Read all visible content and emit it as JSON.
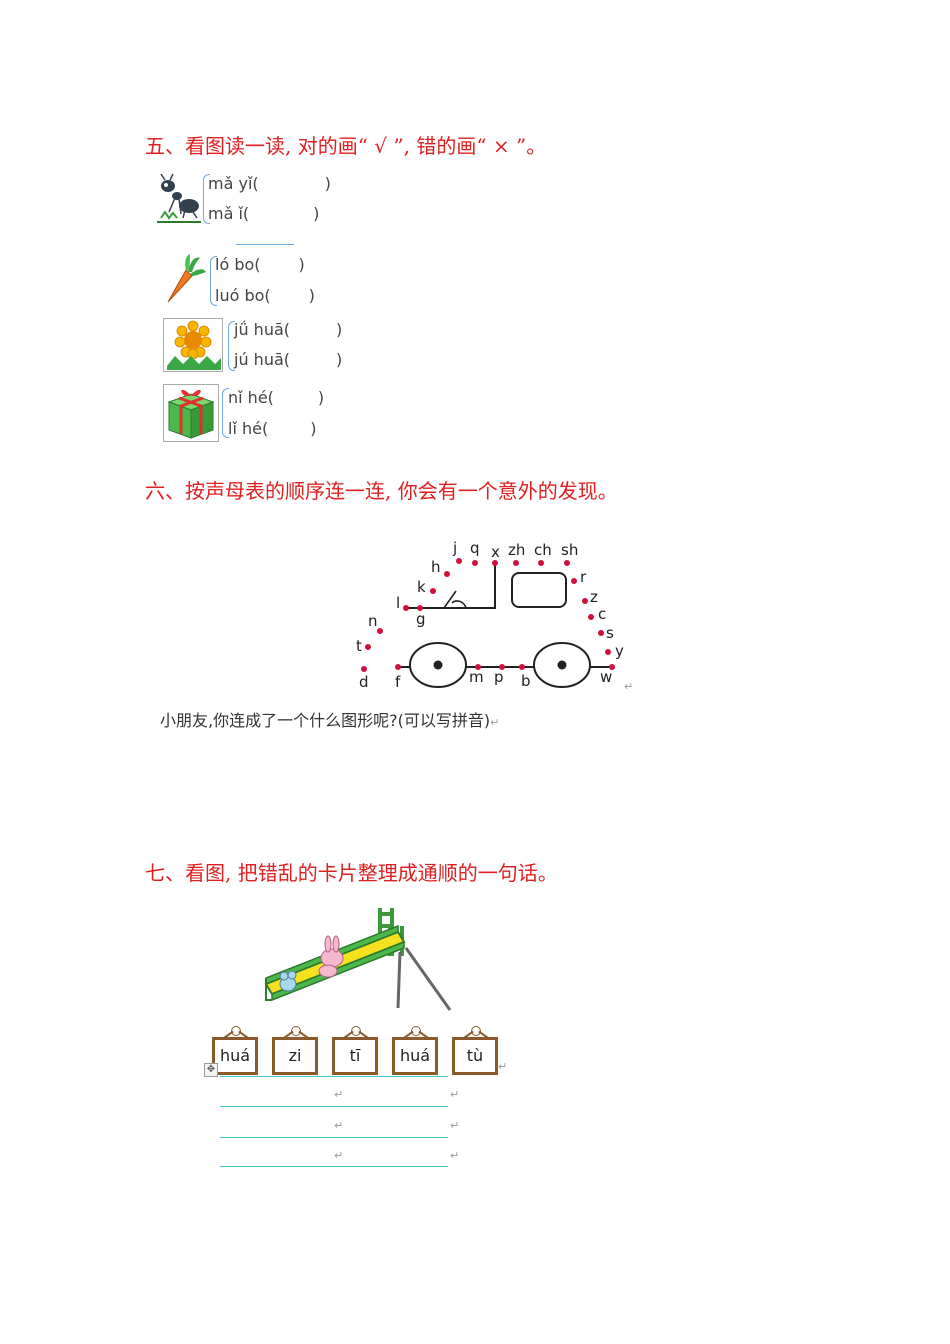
{
  "section5": {
    "title": "五、看图读一读, 对的画“ √ ”, 错的画“ × ”。",
    "items": [
      {
        "icon": "ant-icon",
        "options": [
          "mǎ yǐ(",
          "mǎ ǐ("
        ]
      },
      {
        "icon": "carrot-icon",
        "options": [
          "ló bo(",
          "luó bo("
        ]
      },
      {
        "icon": "sunflower-icon",
        "options": [
          "jǘ huā(",
          "jú huā("
        ]
      },
      {
        "icon": "gift-box-icon",
        "options": [
          "nǐ hé(",
          "lǐ hé("
        ]
      }
    ],
    "close_paren": ")"
  },
  "section6": {
    "title": "六、按声母表的顺序连一连, 你会有一个意外的发现。",
    "letters": [
      "j",
      "q",
      "x",
      "zh",
      "ch",
      "sh",
      "h",
      "k",
      "l",
      "g",
      "n",
      "t",
      "d",
      "f",
      "m",
      "p",
      "b",
      "w",
      "r",
      "z",
      "c",
      "s",
      "y"
    ],
    "question": "小朋友,你连成了一个什么图形呢?(可以写拼音)"
  },
  "section7": {
    "title": "七、看图, 把错乱的卡片整理成通顺的一句话。",
    "cards": [
      "huá",
      "zi",
      "tī",
      "huá",
      "tù"
    ]
  },
  "return_mark": "↵"
}
